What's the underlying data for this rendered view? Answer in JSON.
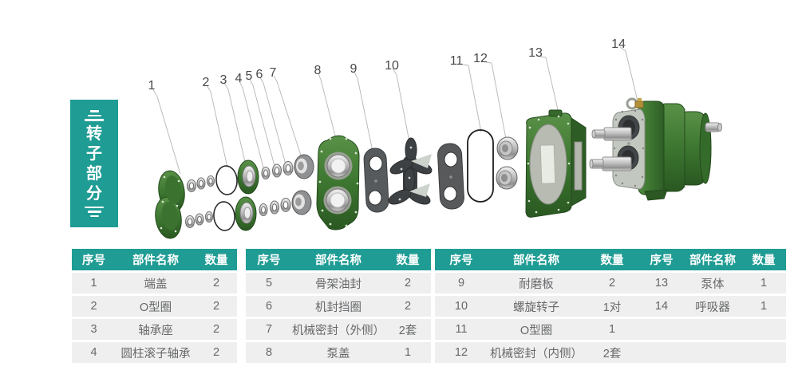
{
  "section_tab": {
    "title": "转子部分",
    "title_chars": [
      "转",
      "子",
      "部",
      "分"
    ]
  },
  "diagram": {
    "part_labels": [
      "1",
      "2",
      "3",
      "4",
      "5",
      "6",
      "7",
      "8",
      "9",
      "10",
      "11",
      "12",
      "13",
      "14"
    ]
  },
  "tables": [
    {
      "headers": [
        "序号",
        "部件名称",
        "数量"
      ],
      "rows": [
        [
          "1",
          "端盖",
          "2"
        ],
        [
          "2",
          "O型圈",
          "2"
        ],
        [
          "3",
          "轴承座",
          "2"
        ],
        [
          "4",
          "圆柱滚子轴承",
          "2"
        ]
      ]
    },
    {
      "headers": [
        "序号",
        "部件名称",
        "数量"
      ],
      "rows": [
        [
          "5",
          "骨架油封",
          "2"
        ],
        [
          "6",
          "机封挡圈",
          "2"
        ],
        [
          "7",
          "机械密封（外侧）",
          "2套"
        ],
        [
          "8",
          "泵盖",
          "1"
        ]
      ]
    },
    {
      "headers": [
        "序号",
        "部件名称",
        "数量",
        "序号",
        "部件名称",
        "数量"
      ],
      "rows": [
        [
          "9",
          "耐磨板",
          "2",
          "13",
          "泵体",
          "1"
        ],
        [
          "10",
          "螺旋转子",
          "1对",
          "14",
          "呼吸器",
          "1"
        ],
        [
          "11",
          "O型圈",
          "1",
          "",
          "",
          ""
        ],
        [
          "12",
          "机械密封（内侧）",
          "2套",
          "",
          "",
          ""
        ]
      ]
    }
  ],
  "colors": {
    "accent_teal": "#1f9c94",
    "row_background": "#efefef",
    "cell_text": "#67686a",
    "header_text": "#ffffff",
    "part_green": "#3f7c31",
    "part_gray": "#54565a",
    "label_text": "#48484a"
  }
}
